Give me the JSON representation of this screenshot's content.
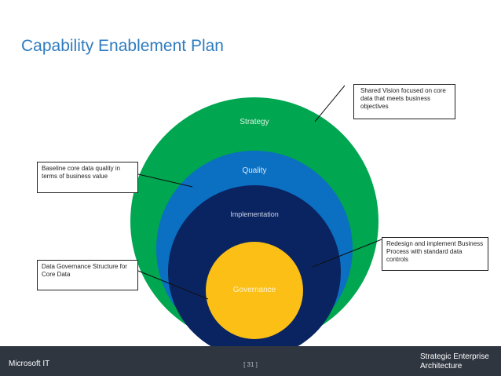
{
  "title": "Capability Enablement Plan",
  "diagram": {
    "layers": [
      {
        "label": "Strategy",
        "color": "#00a650"
      },
      {
        "label": "Quality",
        "color": "#0b6fc2"
      },
      {
        "label": "Implementation",
        "color": "#0a2461"
      },
      {
        "label": "Governance",
        "color": "#fbbf16"
      }
    ],
    "callouts": {
      "shared_vision": "Shared Vision focused on core data that meets business objectives",
      "baseline": "Baseline core data quality in terms of business value",
      "redesign": "Redesign and implement Business Process with standard data controls",
      "governance_structure": "Data Governance Structure for Core Data"
    }
  },
  "footer": {
    "logo": "Microsoft IT",
    "page": "[ 31 ]",
    "right": "Strategic Enterprise Architecture"
  }
}
